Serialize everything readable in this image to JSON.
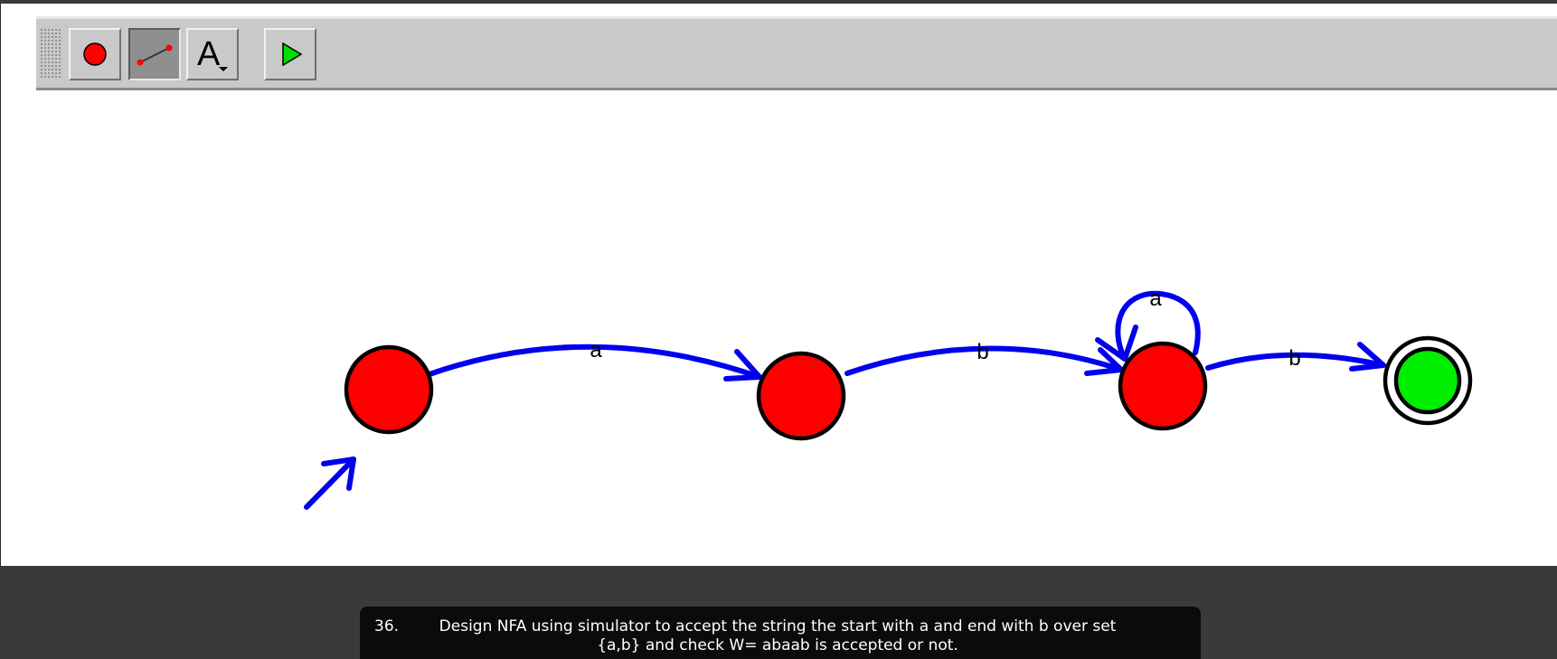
{
  "toolbar": {
    "tools": [
      {
        "id": "state",
        "icon": "state-tool-icon",
        "pressed": false
      },
      {
        "id": "transition",
        "icon": "transition-tool-icon",
        "pressed": true
      },
      {
        "id": "label",
        "icon": "label-tool-icon",
        "glyph": "A",
        "pressed": false
      },
      {
        "id": "run",
        "icon": "play-icon",
        "pressed": false
      }
    ]
  },
  "automaton": {
    "colors": {
      "state": "#ff0000",
      "final_state": "#00ee00",
      "edge": "#0000ee",
      "outline": "#000000"
    },
    "states": [
      {
        "id": "q0",
        "initial": true,
        "final": false
      },
      {
        "id": "q1",
        "initial": false,
        "final": false
      },
      {
        "id": "q2",
        "initial": false,
        "final": false
      },
      {
        "id": "q3",
        "initial": false,
        "final": true
      }
    ],
    "transitions": [
      {
        "from": "q0",
        "to": "q1",
        "label": "a"
      },
      {
        "from": "q1",
        "to": "q2",
        "label": "b"
      },
      {
        "from": "q2",
        "to": "q2",
        "label": "a"
      },
      {
        "from": "q2",
        "to": "q3",
        "label": "b"
      }
    ]
  },
  "caption": {
    "number": "36.",
    "text": "Design NFA using simulator to accept the string the start with a and end with b over set {a,b} and check W= abaab is accepted or not."
  }
}
